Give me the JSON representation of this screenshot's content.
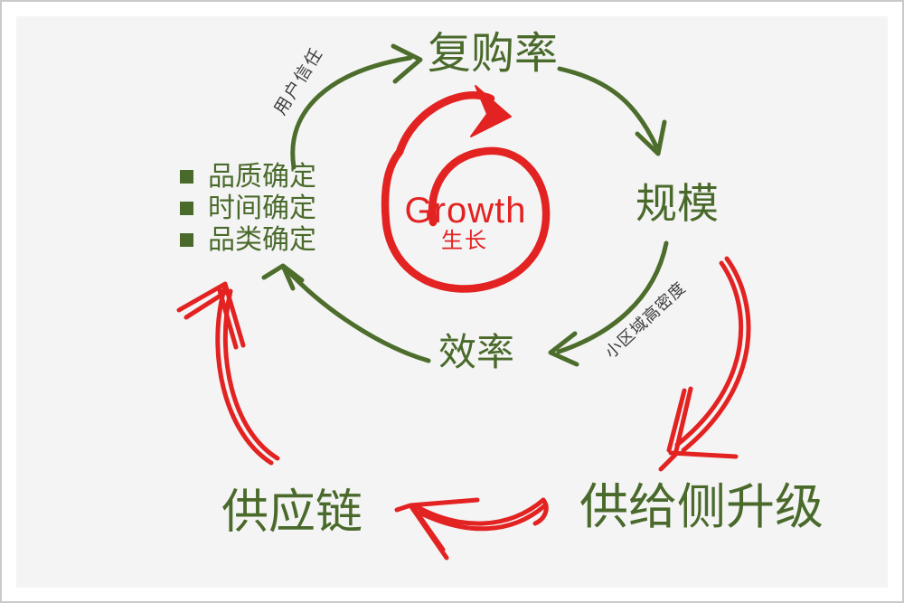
{
  "diagram": {
    "center": {
      "title": "Growth",
      "subtitle": "生长"
    },
    "nodes": {
      "repurchase_rate": "复购率",
      "scale": "规模",
      "efficiency": "效率",
      "supply_chain": "供应链",
      "supply_side_upgrade": "供给侧升级"
    },
    "arrow_labels": {
      "user_trust": "用户信任",
      "small_area_high_density": "小区域高密度"
    },
    "checklist": {
      "items": [
        "品质确定",
        "时间确定",
        "品类确定"
      ]
    },
    "colors": {
      "node_green": "#4a6a2b",
      "arrow_green": "#4c6d2c",
      "sketch_red": "#e32222",
      "label_dark": "#3d3d3d",
      "panel_background": "#f4f4f4",
      "frame_border": "#c9c9c9"
    }
  }
}
